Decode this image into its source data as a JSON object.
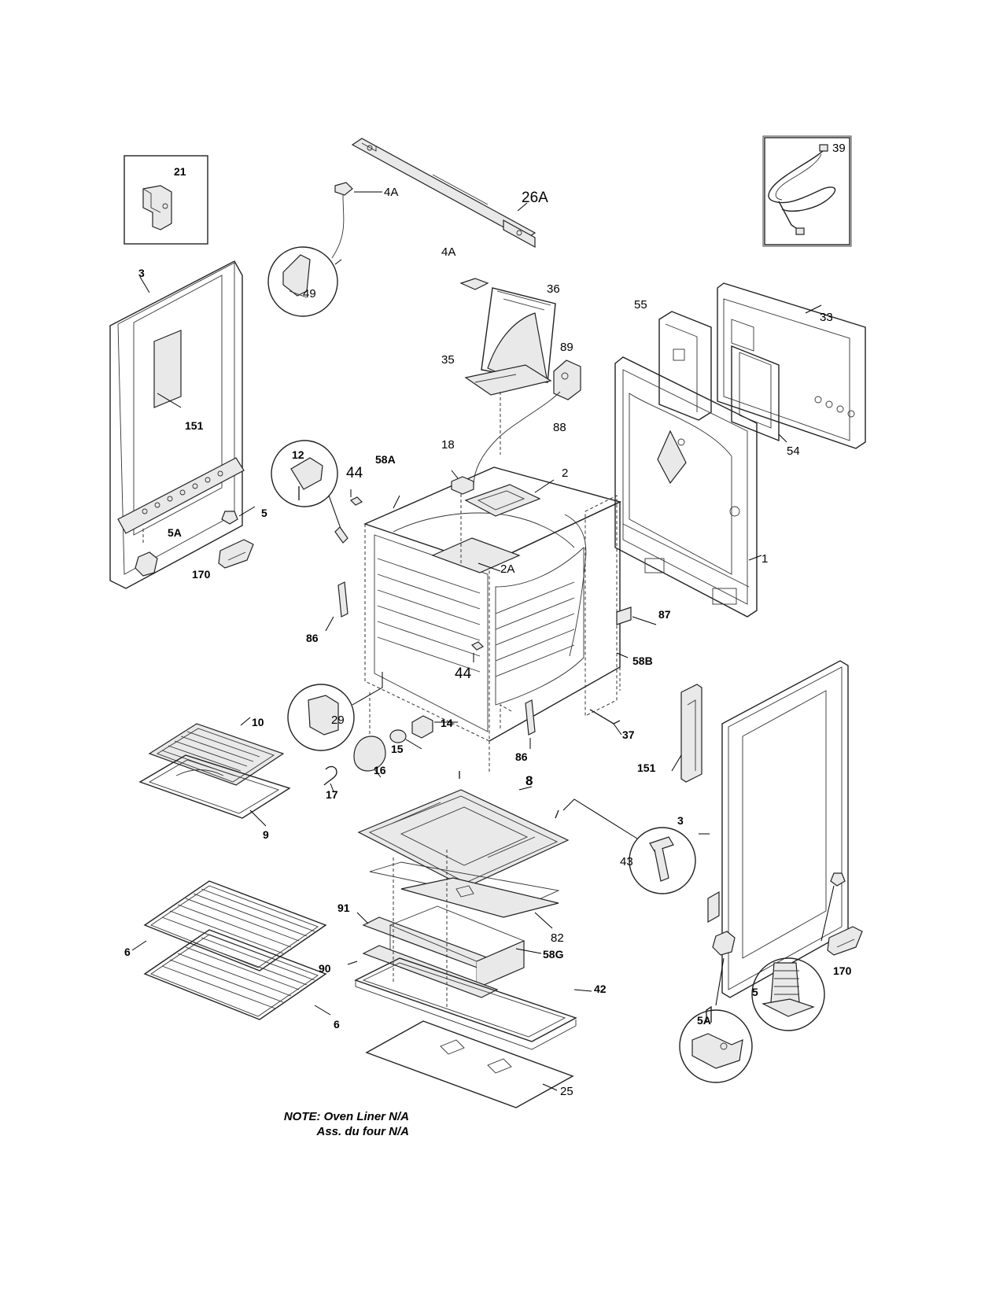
{
  "labels": {
    "p21": "21",
    "p39": "39",
    "p26A": "26A",
    "p4A_top": "4A",
    "p4A_mid": "4A",
    "p49": "49",
    "p3_left": "3",
    "p151_left": "151",
    "p36": "36",
    "p35": "35",
    "p89": "89",
    "p88": "88",
    "p55": "55",
    "p33": "33",
    "p54": "54",
    "p12": "12",
    "p44_top": "44",
    "p58A": "58A",
    "p18": "18",
    "p2": "2",
    "p2A": "2A",
    "p1": "1",
    "p5_left": "5",
    "p5A_left": "5A",
    "p170_left": "170",
    "p87": "87",
    "p58B": "58B",
    "p86_left": "86",
    "p44_mid": "44",
    "p29": "29",
    "p14": "14",
    "p15": "15",
    "p16": "16",
    "p17": "17",
    "p10": "10",
    "p9": "9",
    "p86_right": "86",
    "p37": "37",
    "p151_right": "151",
    "p3_right": "3",
    "p8": "8",
    "p43": "43",
    "p82": "82",
    "p91": "91",
    "p6_top": "6",
    "p58G": "58G",
    "p90": "90",
    "p42": "42",
    "p6_bottom": "6",
    "p25": "25",
    "p170_right": "170",
    "p5_right": "5",
    "p5A_right": "5A"
  },
  "note": {
    "line1": "NOTE: Oven Liner N/A",
    "line2": "Ass. du four N/A"
  }
}
